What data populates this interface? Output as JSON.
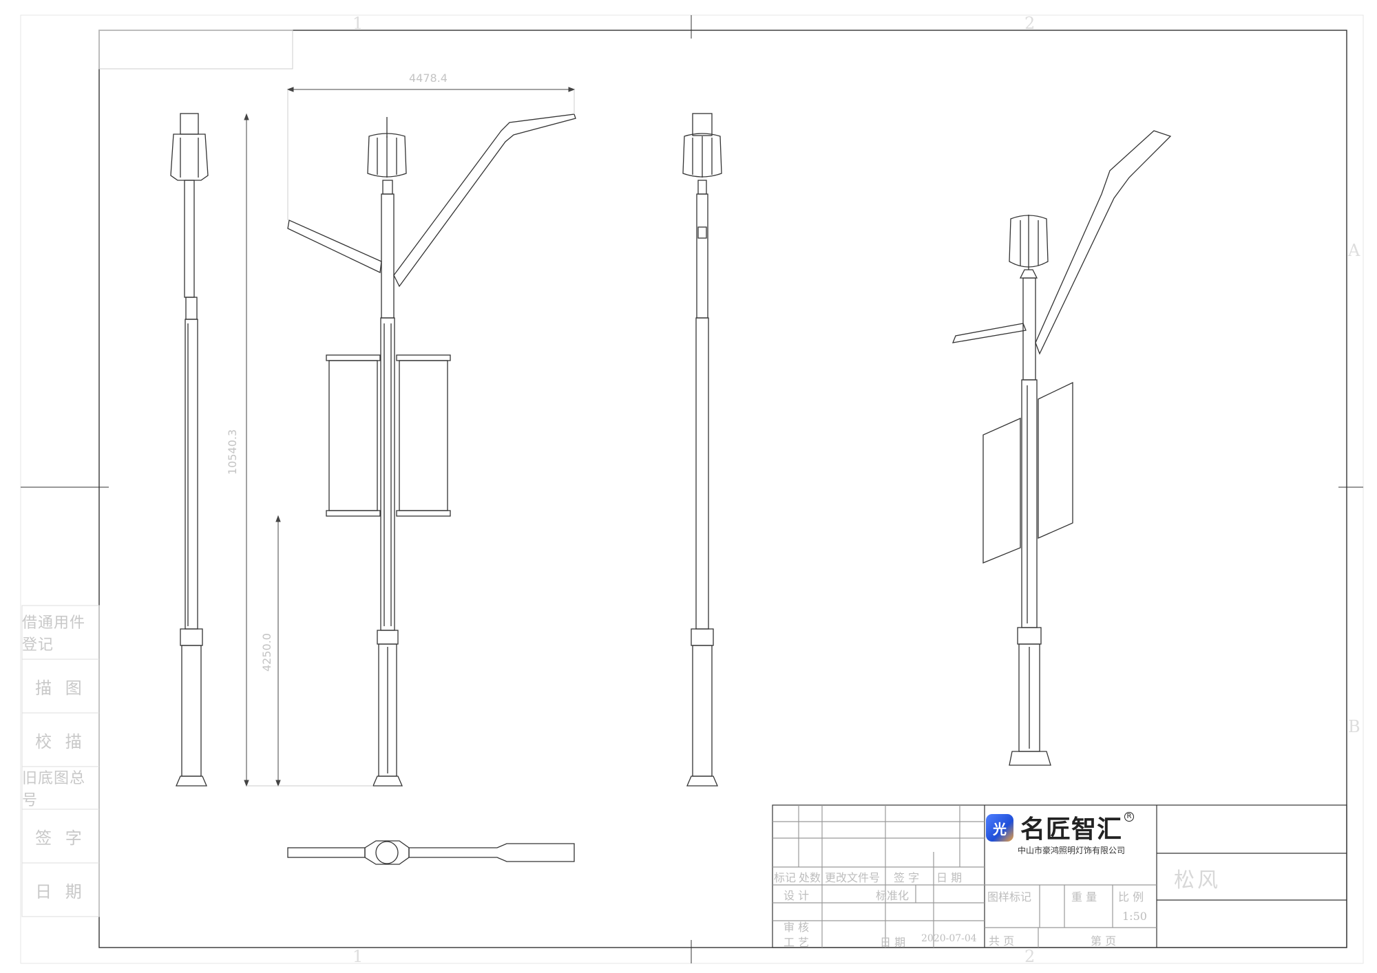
{
  "zones": {
    "top": [
      "1",
      "2"
    ],
    "bottom": [
      "1",
      "2"
    ],
    "right": [
      "A",
      "B"
    ]
  },
  "side_table": [
    "借通用件登记",
    "描 图",
    "校 描",
    "旧底图总号",
    "签 字",
    "日 期"
  ],
  "dimensions": {
    "width": "4478.4",
    "height": "10540.3",
    "lower_height": "4250.0"
  },
  "title_block": {
    "brand": "名匠智汇",
    "badge": "光",
    "reg_mark": "R",
    "company": "中山市豪鸿照明灯饰有限公司",
    "drawing_name": "松风",
    "revision_headers": [
      "标记",
      "处数",
      "更改文件号",
      "签 字",
      "日 期"
    ],
    "design": "设 计",
    "standardization": "标准化",
    "review": "审 核",
    "process": "工 艺",
    "date_label": "日 期",
    "date_value": "2020-07-04",
    "drawing_mark": "图样标记",
    "weight": "重 量",
    "scale": "比 例",
    "scale_value": "1:50",
    "total_pages": "共   页",
    "page_num": "第   页"
  },
  "colors": {
    "line": "#333333",
    "light_line": "#cccccc",
    "faint_text": "#c8c8c8",
    "badge": "#2f5be8"
  }
}
